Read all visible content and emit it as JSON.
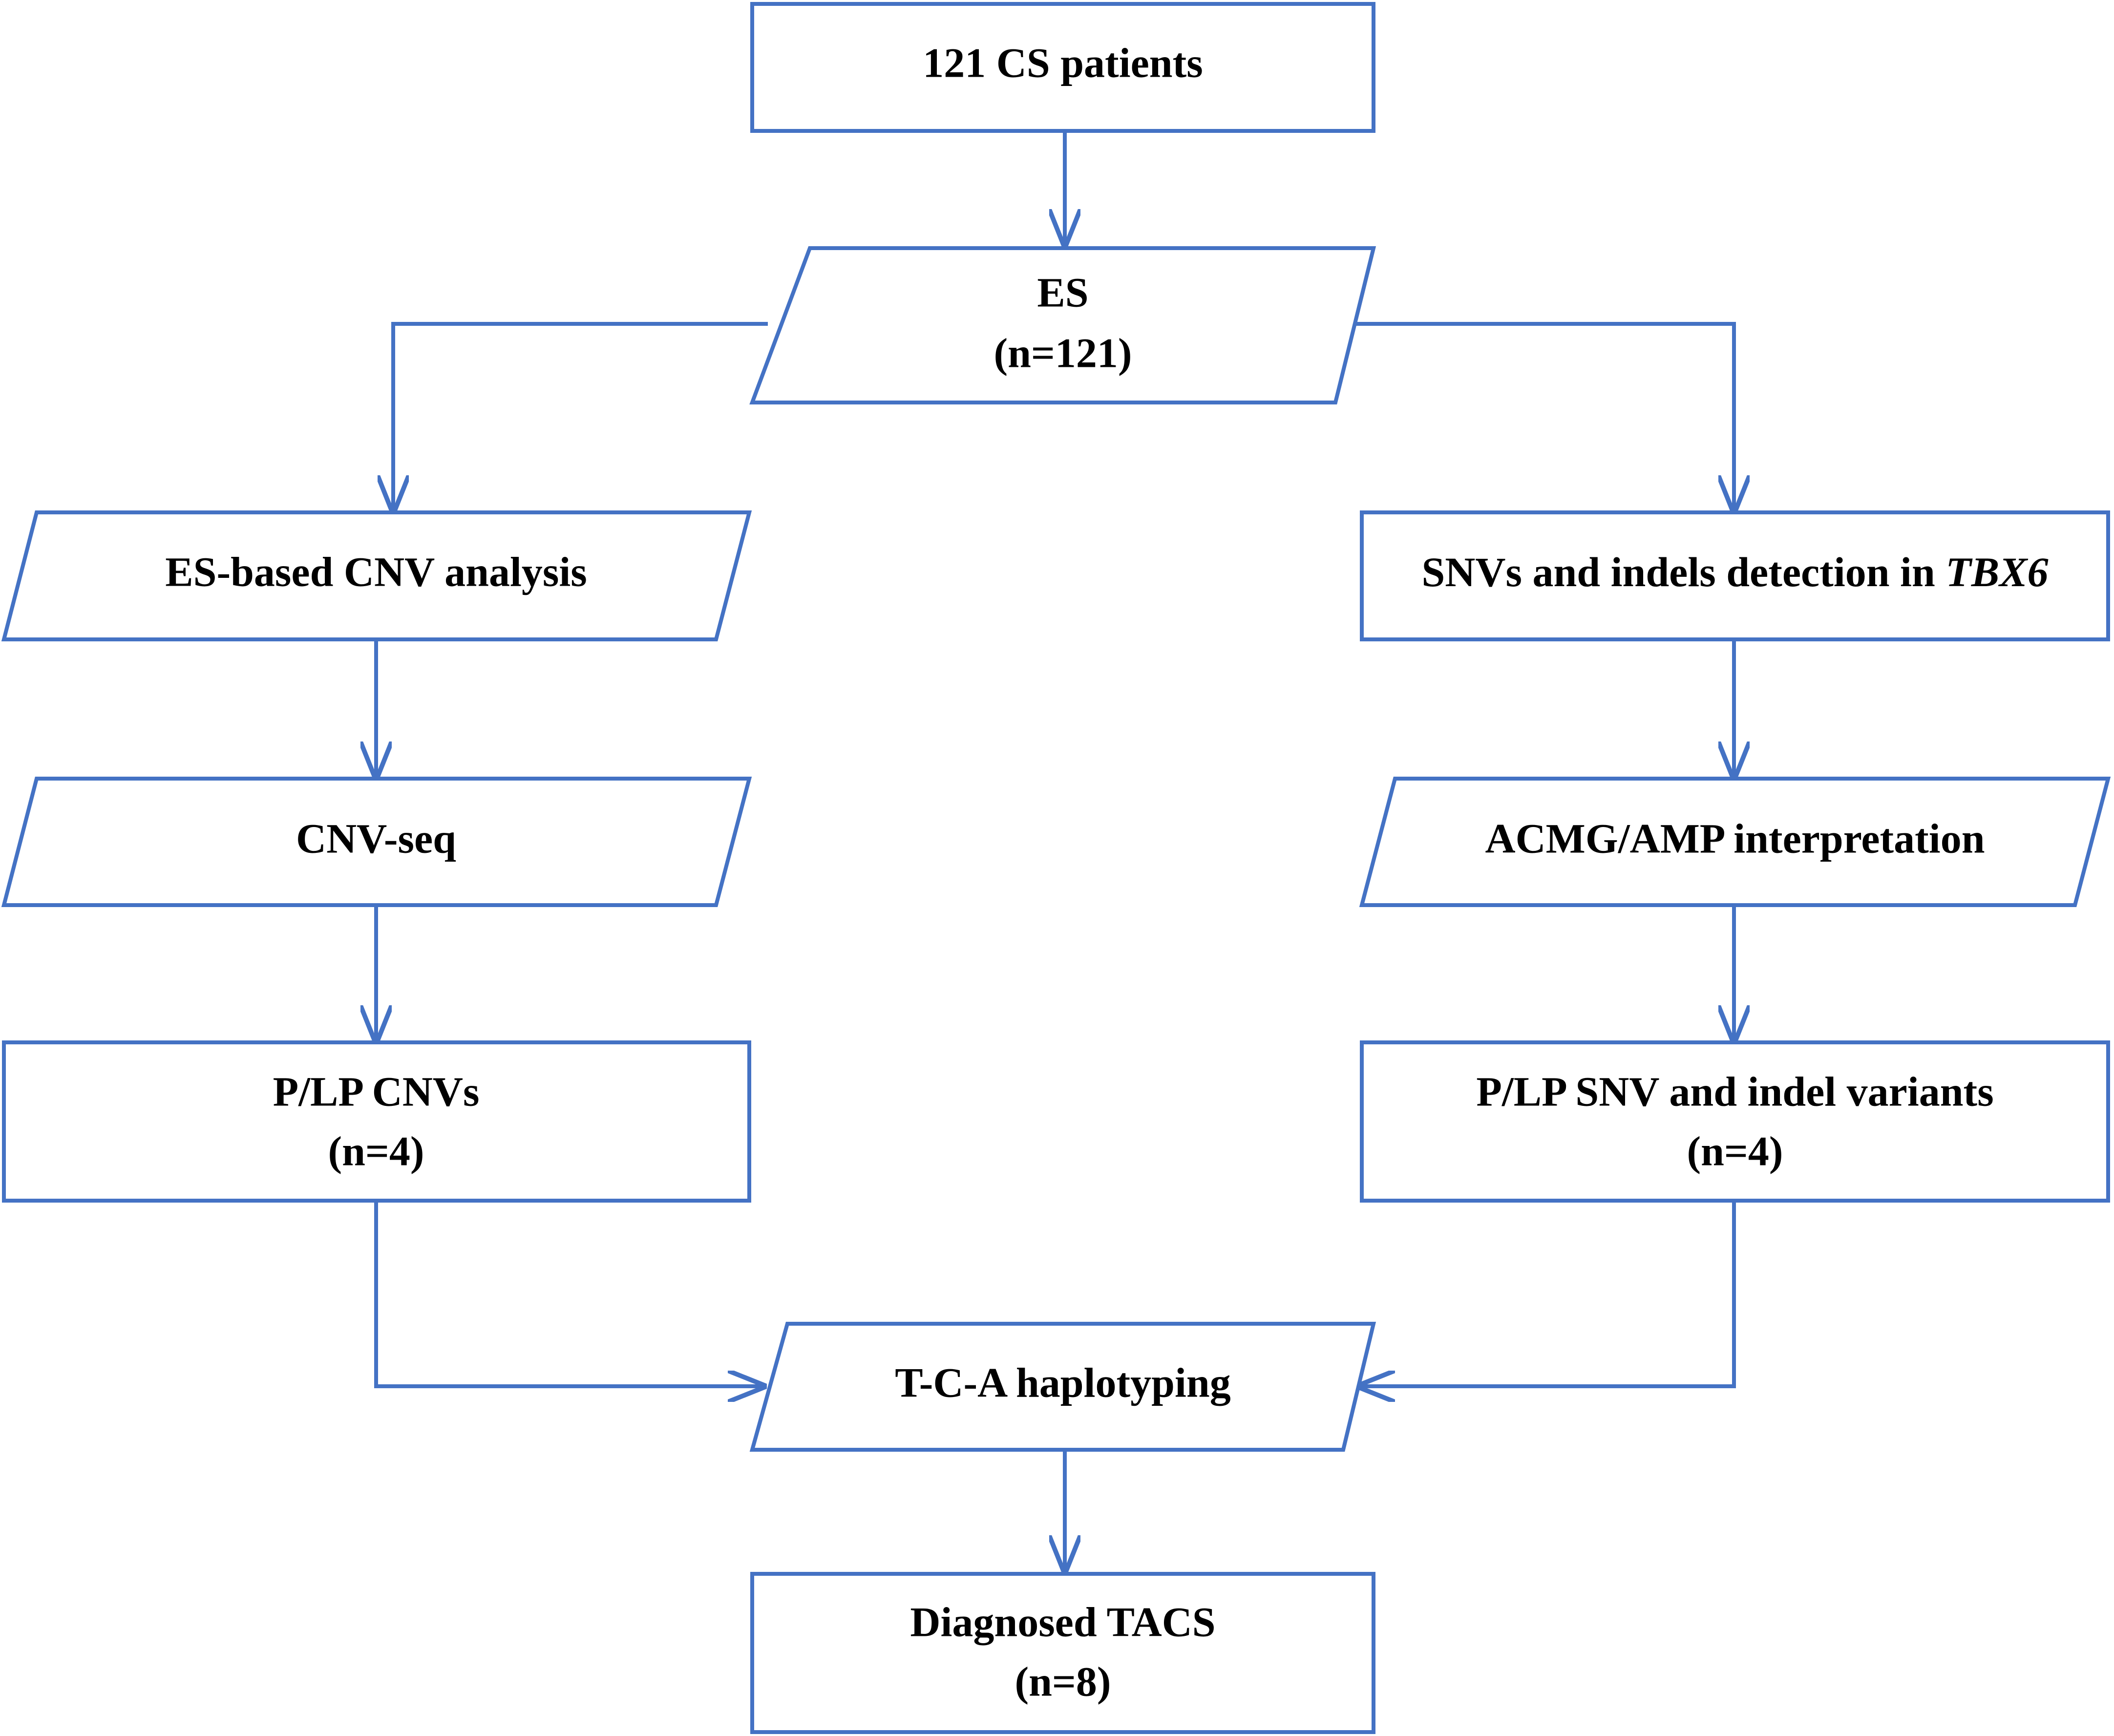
{
  "colors": {
    "accent": "#4472C4",
    "text": "#000000",
    "background": "#ffffff"
  },
  "nodes": {
    "patients": {
      "line1": "121 CS patients"
    },
    "es": {
      "line1": "ES",
      "line2": "(n=121)"
    },
    "cnv_analysis": {
      "line1": "ES-based CNV analysis"
    },
    "snv_detection": {
      "line1_prefix": "SNVs and indels detection in ",
      "line1_gene": "TBX6"
    },
    "cnv_seq": {
      "line1": "CNV-seq"
    },
    "acmg": {
      "line1": "ACMG/AMP interpretation"
    },
    "plp_cnvs": {
      "line1": "P/LP CNVs",
      "line2": "(n=4)"
    },
    "plp_snv": {
      "line1": "P/LP SNV and indel variants",
      "line2": "(n=4)"
    },
    "haplotyping": {
      "line1": "T-C-A haplotyping"
    },
    "diagnosed": {
      "line1": "Diagnosed TACS",
      "line2": "(n=8)"
    }
  }
}
